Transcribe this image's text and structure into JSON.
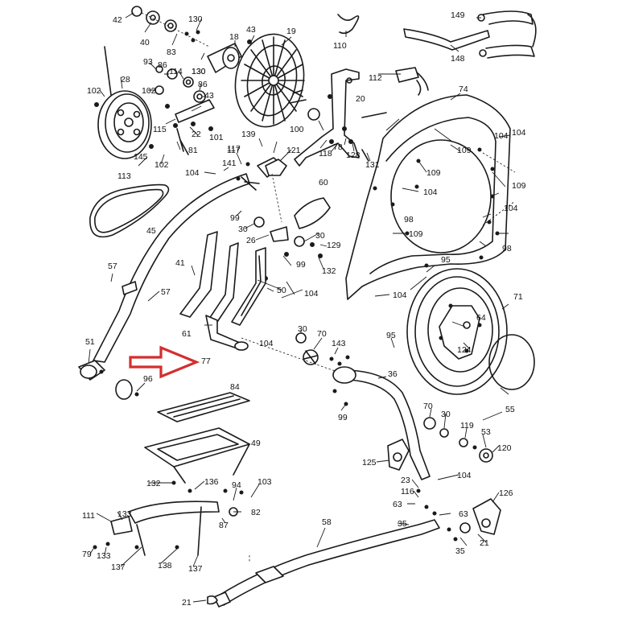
{
  "arrow_color": "#d32f2f",
  "callout_labels": [
    "42",
    "40",
    "130",
    "83",
    "130",
    "18",
    "43",
    "19",
    "110",
    "149",
    "148",
    "102",
    "28",
    "93",
    "86",
    "114",
    "102",
    "86",
    "130",
    "43",
    "20",
    "112",
    "74",
    "104",
    "115",
    "101",
    "22",
    "81",
    "139",
    "117",
    "121",
    "78",
    "118",
    "100",
    "128",
    "131",
    "109",
    "104",
    "145",
    "102",
    "104",
    "141",
    "117",
    "109",
    "60",
    "104",
    "109",
    "113",
    "99",
    "30",
    "26",
    "30",
    "99",
    "129",
    "98",
    "109",
    "104",
    "98",
    "45",
    "132",
    "95",
    "57",
    "41",
    "50",
    "104",
    "104",
    "71",
    "57",
    "61",
    "30",
    "70",
    "95",
    "64",
    "124",
    "51",
    "77",
    "104",
    "143",
    "96",
    "36",
    "84",
    "70",
    "30",
    "119",
    "53",
    "120",
    "99",
    "49",
    "125",
    "23",
    "104",
    "132",
    "136",
    "94",
    "103",
    "116",
    "126",
    "63",
    "63",
    "111",
    "133",
    "87",
    "82",
    "35",
    "21",
    "79",
    "133",
    "58",
    "35",
    "137",
    "138",
    "137",
    "21",
    "55"
  ]
}
